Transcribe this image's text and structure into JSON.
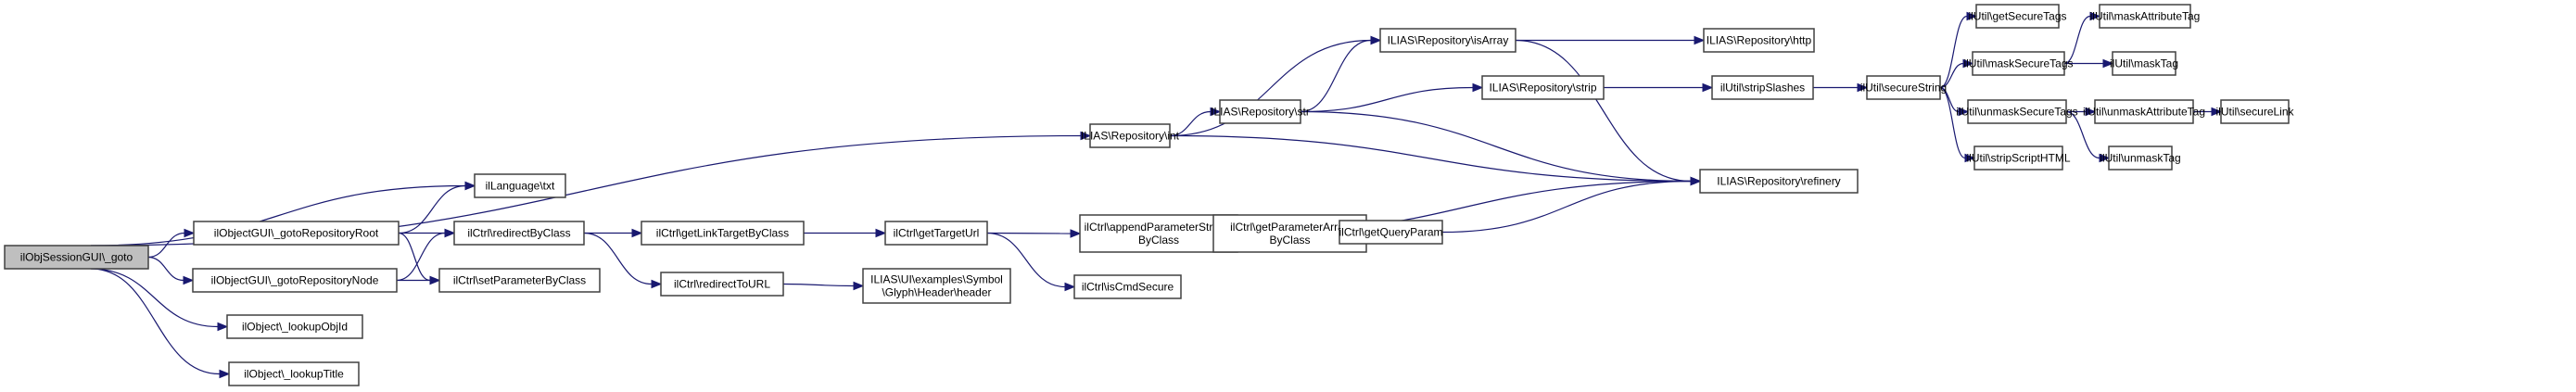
{
  "diagram": {
    "type": "call-graph",
    "colors": {
      "edge": "#191970",
      "node_border": "#404040",
      "root_fill": "#bfbfbf",
      "node_fill": "#ffffff"
    },
    "nodes": [
      {
        "id": "root",
        "label": [
          "ilObjSessionGUI\\_goto"
        ],
        "root": true
      },
      {
        "id": "txt",
        "label": [
          "ilLanguage\\txt"
        ]
      },
      {
        "id": "gotoRoot",
        "label": [
          "ilObjectGUI\\_gotoRepositoryRoot"
        ]
      },
      {
        "id": "gotoNode",
        "label": [
          "ilObjectGUI\\_gotoRepositoryNode"
        ]
      },
      {
        "id": "lookupObjId",
        "label": [
          "ilObject\\_lookupObjId"
        ]
      },
      {
        "id": "lookupTitle",
        "label": [
          "ilObject\\_lookupTitle"
        ]
      },
      {
        "id": "redirectByClass",
        "label": [
          "ilCtrl\\redirectByClass"
        ]
      },
      {
        "id": "setParameterByClass",
        "label": [
          "ilCtrl\\setParameterByClass"
        ]
      },
      {
        "id": "getLinkTargetByClass",
        "label": [
          "ilCtrl\\getLinkTargetByClass"
        ]
      },
      {
        "id": "redirectToURL",
        "label": [
          "ilCtrl\\redirectToURL"
        ]
      },
      {
        "id": "header",
        "label": [
          "ILIAS\\UI\\examples\\Symbol",
          "\\Glyph\\Header\\header"
        ]
      },
      {
        "id": "getTargetUrl",
        "label": [
          "ilCtrl\\getTargetUrl"
        ]
      },
      {
        "id": "appendParam",
        "label": [
          "ilCtrl\\appendParameterStrings",
          "ByClass"
        ]
      },
      {
        "id": "isCmdSecure",
        "label": [
          "ilCtrl\\isCmdSecure"
        ]
      },
      {
        "id": "getParamArray",
        "label": [
          "ilCtrl\\getParameterArray",
          "ByClass"
        ]
      },
      {
        "id": "getQueryParam",
        "label": [
          "ilCtrl\\getQueryParam"
        ]
      },
      {
        "id": "repoInt",
        "label": [
          "ILIAS\\Repository\\int"
        ]
      },
      {
        "id": "repoStr",
        "label": [
          "ILIAS\\Repository\\str"
        ]
      },
      {
        "id": "repoIsArray",
        "label": [
          "ILIAS\\Repository\\isArray"
        ]
      },
      {
        "id": "repoStrip",
        "label": [
          "ILIAS\\Repository\\strip"
        ]
      },
      {
        "id": "repoHttp",
        "label": [
          "ILIAS\\Repository\\http"
        ]
      },
      {
        "id": "stripSlashes",
        "label": [
          "ilUtil\\stripSlashes"
        ]
      },
      {
        "id": "refinery",
        "label": [
          "ILIAS\\Repository\\refinery"
        ]
      },
      {
        "id": "secureString",
        "label": [
          "ilUtil\\secureString"
        ]
      },
      {
        "id": "getSecureTags",
        "label": [
          "ilUtil\\getSecureTags"
        ]
      },
      {
        "id": "maskSecureTags",
        "label": [
          "ilUtil\\maskSecureTags"
        ]
      },
      {
        "id": "unmaskSecureTags",
        "label": [
          "ilUtil\\unmaskSecureTags"
        ]
      },
      {
        "id": "stripScriptHTML",
        "label": [
          "ilUtil\\stripScriptHTML"
        ]
      },
      {
        "id": "maskAttributeTag",
        "label": [
          "ilUtil\\maskAttributeTag"
        ]
      },
      {
        "id": "maskTag",
        "label": [
          "ilUtil\\maskTag"
        ]
      },
      {
        "id": "unmaskAttributeTag",
        "label": [
          "ilUtil\\unmaskAttributeTag"
        ]
      },
      {
        "id": "unmaskTag",
        "label": [
          "ilUtil\\unmaskTag"
        ]
      },
      {
        "id": "secureLink",
        "label": [
          "ilUtil\\secureLink"
        ]
      }
    ],
    "edges": [
      [
        "root",
        "repoInt"
      ],
      [
        "root",
        "txt"
      ],
      [
        "root",
        "gotoRoot"
      ],
      [
        "root",
        "gotoNode"
      ],
      [
        "root",
        "lookupObjId"
      ],
      [
        "root",
        "lookupTitle"
      ],
      [
        "gotoRoot",
        "txt"
      ],
      [
        "gotoRoot",
        "redirectByClass"
      ],
      [
        "gotoRoot",
        "setParameterByClass"
      ],
      [
        "gotoNode",
        "redirectByClass"
      ],
      [
        "gotoNode",
        "setParameterByClass"
      ],
      [
        "redirectByClass",
        "getLinkTargetByClass"
      ],
      [
        "redirectByClass",
        "redirectToURL"
      ],
      [
        "redirectToURL",
        "header"
      ],
      [
        "getLinkTargetByClass",
        "getTargetUrl"
      ],
      [
        "getTargetUrl",
        "appendParam"
      ],
      [
        "getTargetUrl",
        "isCmdSecure"
      ],
      [
        "appendParam",
        "getParamArray"
      ],
      [
        "appendParam",
        "refinery"
      ],
      [
        "getParamArray",
        "getQueryParam"
      ],
      [
        "getQueryParam",
        "refinery"
      ],
      [
        "repoInt",
        "repoIsArray"
      ],
      [
        "repoInt",
        "repoStr"
      ],
      [
        "repoInt",
        "refinery"
      ],
      [
        "repoStr",
        "repoIsArray"
      ],
      [
        "repoStr",
        "repoStrip"
      ],
      [
        "repoStr",
        "refinery"
      ],
      [
        "repoIsArray",
        "repoHttp"
      ],
      [
        "repoIsArray",
        "refinery"
      ],
      [
        "repoStrip",
        "stripSlashes"
      ],
      [
        "stripSlashes",
        "secureString"
      ],
      [
        "secureString",
        "getSecureTags"
      ],
      [
        "secureString",
        "maskSecureTags"
      ],
      [
        "secureString",
        "unmaskSecureTags"
      ],
      [
        "secureString",
        "stripScriptHTML"
      ],
      [
        "maskSecureTags",
        "maskAttributeTag"
      ],
      [
        "maskSecureTags",
        "maskTag"
      ],
      [
        "unmaskSecureTags",
        "unmaskAttributeTag"
      ],
      [
        "unmaskSecureTags",
        "unmaskTag"
      ],
      [
        "unmaskAttributeTag",
        "secureLink"
      ]
    ]
  }
}
